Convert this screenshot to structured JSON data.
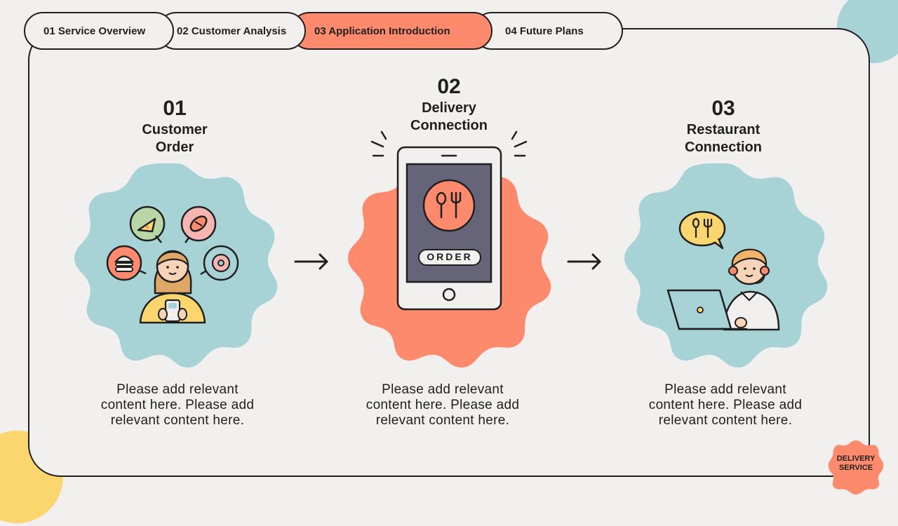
{
  "tabs": [
    {
      "label": "01 Service Overview"
    },
    {
      "label": "02 Customer Analysis"
    },
    {
      "label": "03 Application Introduction"
    },
    {
      "label": "04 Future Plans"
    }
  ],
  "steps": [
    {
      "number": "01",
      "title_line1": "Customer",
      "title_line2": "Order",
      "desc_line1": "Please add relevant",
      "desc_line2": "content here. Please add",
      "desc_line3": "relevant content here."
    },
    {
      "number": "02",
      "title_line1": "Delivery",
      "title_line2": "Connection",
      "desc_line1": "Please add relevant",
      "desc_line2": "content here. Please add",
      "desc_line3": "relevant content here."
    },
    {
      "number": "03",
      "title_line1": "Restaurant",
      "title_line2": "Connection",
      "desc_line1": "Please add relevant",
      "desc_line2": "content here. Please add",
      "desc_line3": "relevant content here."
    }
  ],
  "phone": {
    "order_label": "ORDER"
  },
  "badge": {
    "line1": "DELIVERY",
    "line2": "SERVICE"
  },
  "colors": {
    "accent": "#fd8a6c",
    "teal": "#a8d3d6",
    "yellow": "#fbd56e",
    "outline": "#1f1f1f",
    "background": "#f1f0ef"
  }
}
